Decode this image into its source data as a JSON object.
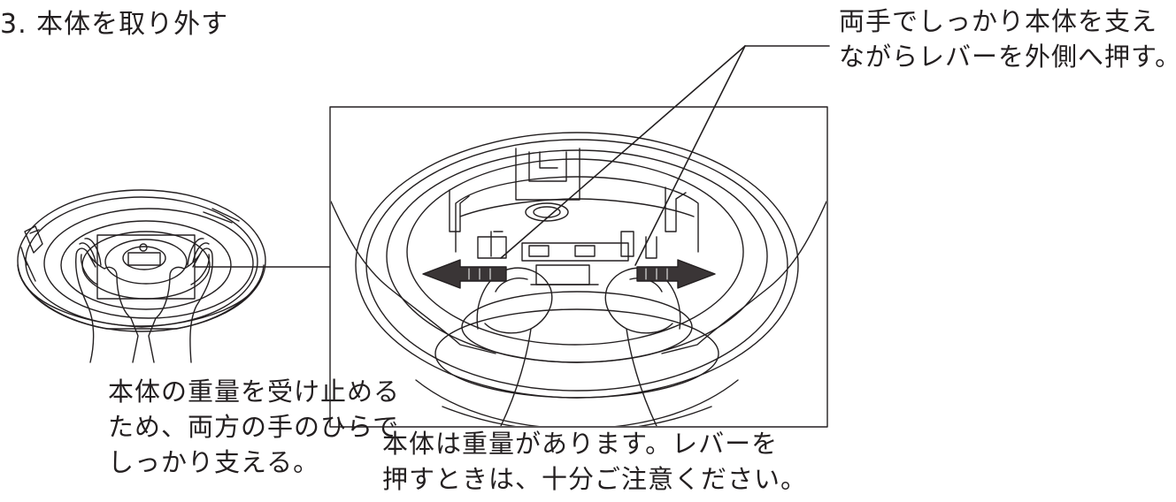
{
  "title": "3. 本体を取り外す",
  "notes": {
    "top_right": [
      "両手でしっかり本体を支え",
      "ながらレバーを外側へ押す。"
    ],
    "left": [
      "本体の重量を受け止める",
      "ため、両方の手のひらで",
      "しっかり支える。"
    ],
    "bottom": [
      "本体は重量があります。レバーを",
      "押すときは、十分ご注意ください。"
    ]
  },
  "colors": {
    "ink": "#231f20",
    "background": "#ffffff",
    "arrow_fill": "#3a3536"
  }
}
